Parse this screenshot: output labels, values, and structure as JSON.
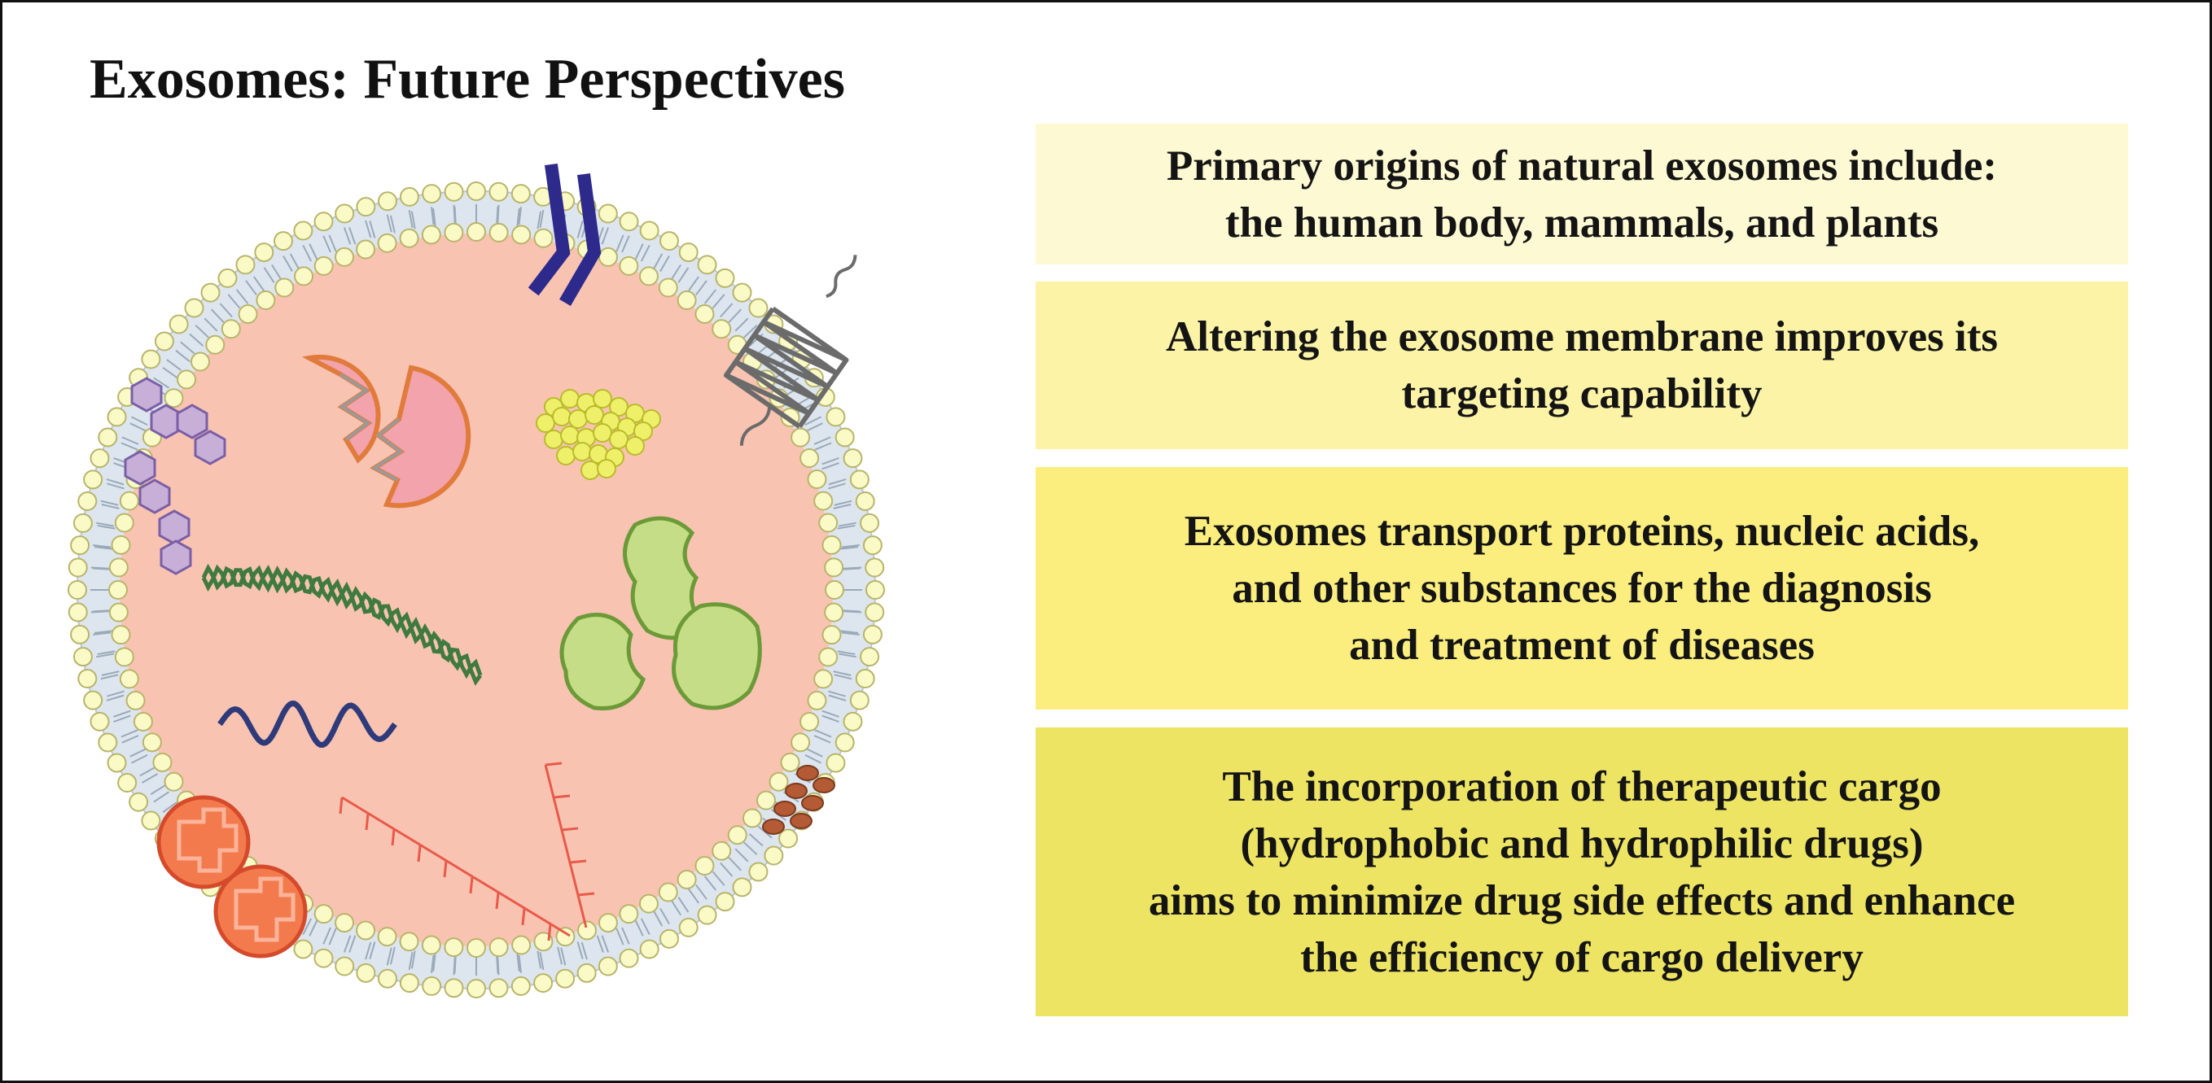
{
  "title": "Exosomes: Future Perspectives",
  "boxes": [
    {
      "lines": [
        "Primary origins of natural exosomes include:",
        "the human body, mammals, and plants"
      ],
      "color": "#fdf9d2"
    },
    {
      "lines": [
        "Altering the exosome membrane improves its",
        "targeting capability"
      ],
      "color": "#fcf3a6"
    },
    {
      "lines": [
        "Exosomes transport proteins, nucleic acids,",
        "and other substances for the diagnosis",
        "and treatment of diseases"
      ],
      "color": "#fbee7e"
    },
    {
      "lines": [
        "The incorporation of therapeutic cargo",
        "(hydrophobic and hydrophilic drugs)",
        "aims to minimize drug side effects and enhance",
        "the efficiency of cargo delivery"
      ],
      "color": "#ede464"
    }
  ],
  "colors": {
    "vesicle_interior": "#f9c3b2",
    "membrane_core": "#d7e3ee",
    "lipid_head": "#fafac6",
    "transmembrane_protein": "#2d2a8c",
    "carbohydrate": "#c7afd8"
  },
  "icons": [
    "exosome-vesicle-icon",
    "lipid-bilayer-membrane-icon",
    "transmembrane-protein-icon",
    "receptor-protein-icon",
    "glycan-chain-icon",
    "enzyme-protein-icon",
    "lipid-droplet-icon",
    "green-protein-icon",
    "dna-helix-icon",
    "rna-strand-icon",
    "trna-comb-icon",
    "membrane-channel-protein-icon",
    "peripheral-protein-icon"
  ]
}
